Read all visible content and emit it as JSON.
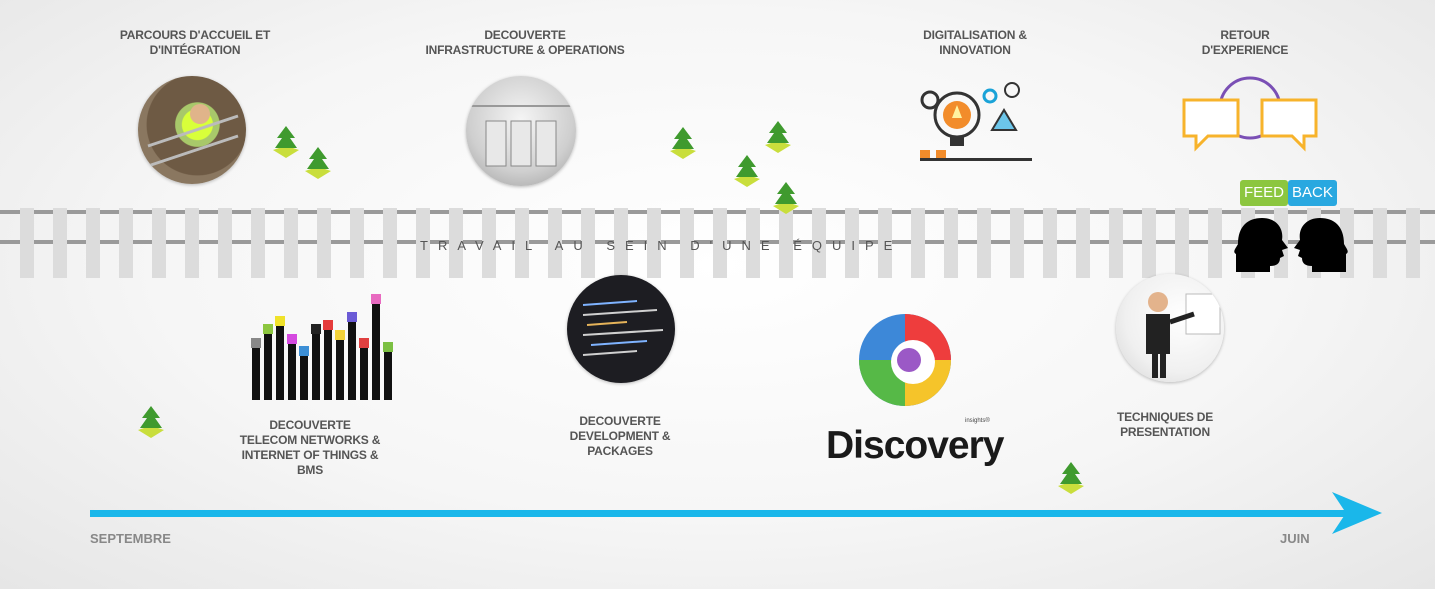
{
  "milestones": {
    "parcours": "PARCOURS D'ACCUEIL ET\nD'INTÉGRATION",
    "infra": "DECOUVERTE\nINFRASTRUCTURE & OPERATIONS",
    "digital": "DIGITALISATION &\nINNOVATION",
    "retour": "RETOUR\nD'EXPERIENCE",
    "telecom": "DECOUVERTE\nTELECOM NETWORKS &\nINTERNET OF THINGS &\nBMS",
    "dev": "DECOUVERTE\nDEVELOPMENT &\nPACKAGES",
    "techniques": "TECHNIQUES DE\nPRESENTATION"
  },
  "track_text": "TRAVAIL AU SEIN D'UNE ÉQUIPE",
  "timeline": {
    "start": "SEPTEMBRE",
    "end": "JUIN"
  },
  "discovery": {
    "word": "Discovery",
    "superscript": "insights®"
  },
  "feedback": {
    "feed": "FEED",
    "back": "BACK"
  },
  "colors": {
    "arrow": "#1ab7ea",
    "tree": "#3f9a2e",
    "tree_base": "#c9de3c",
    "feed": "#8cc63f",
    "back": "#29a8e0"
  }
}
